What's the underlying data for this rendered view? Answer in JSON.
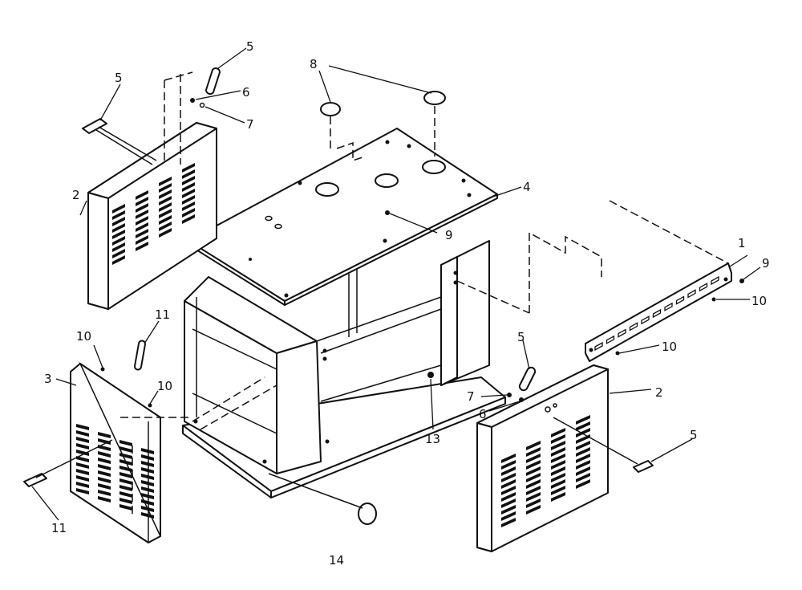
{
  "diagram": {
    "callouts": [
      "1",
      "2",
      "2",
      "3",
      "4",
      "5",
      "5",
      "5",
      "5",
      "6",
      "6",
      "7",
      "7",
      "8",
      "9",
      "9",
      "10",
      "10",
      "10",
      "10",
      "11",
      "11",
      "13",
      "14"
    ]
  }
}
